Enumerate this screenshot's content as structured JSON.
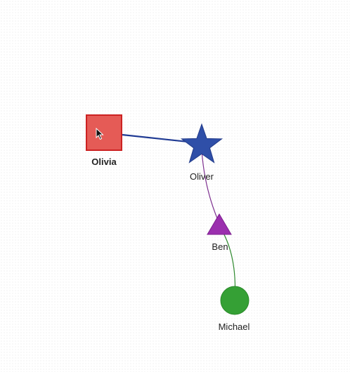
{
  "graph": {
    "nodes": [
      {
        "id": "olivia",
        "label": "Olivia",
        "shape": "square",
        "fill": "#e55b56",
        "stroke": "#cc2222",
        "bold": true,
        "selected": true
      },
      {
        "id": "oliver",
        "label": "Oliver",
        "shape": "star",
        "fill": "#2f4fa8",
        "stroke": "#223b8a",
        "bold": false
      },
      {
        "id": "ben",
        "label": "Ben",
        "shape": "triangle",
        "fill": "#9b2fae",
        "stroke": "#7d1f8f",
        "bold": false
      },
      {
        "id": "michael",
        "label": "Michael",
        "shape": "circle",
        "fill": "#35a035",
        "stroke": "#2a8a2a",
        "bold": false
      }
    ],
    "edges": [
      {
        "from": "olivia",
        "to": "oliver",
        "color": "#1f3a93"
      },
      {
        "from": "oliver",
        "to": "ben",
        "color": "#7d2f8f"
      },
      {
        "from": "ben",
        "to": "michael",
        "color": "#2f8a2f"
      }
    ]
  }
}
